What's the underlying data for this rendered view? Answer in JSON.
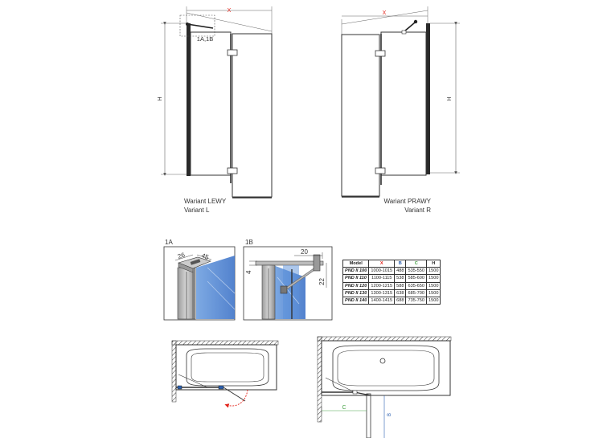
{
  "labels": {
    "dim_x": "X",
    "dim_h": "H",
    "detail_ref": "1A,1B",
    "variant_left_pl": "Wariant LEWY",
    "variant_left_en": "Variant L",
    "variant_right_pl": "Wariant PRAWY",
    "variant_right_en": "Variant R",
    "detail_1a": "1A",
    "detail_1b": "1B",
    "dim_26": "26",
    "dim_45": "45",
    "dim_20": "20",
    "dim_4": "4",
    "dim_22": "22",
    "dim_c": "C",
    "dim_b": "B"
  },
  "table": {
    "headers": [
      "Model",
      "X",
      "B",
      "C",
      "H"
    ],
    "rows": [
      [
        "PND II 100",
        "1000-1015",
        "488",
        "535-550",
        "1500"
      ],
      [
        "PND II 110",
        "1100-1115",
        "538",
        "585-600",
        "1500"
      ],
      [
        "PND II 120",
        "1200-1215",
        "588",
        "635-650",
        "1500"
      ],
      [
        "PND II 130",
        "1300-1315",
        "638",
        "685-700",
        "1500"
      ],
      [
        "PND II 140",
        "1400-1415",
        "688",
        "735-750",
        "1500"
      ]
    ]
  },
  "colors": {
    "x_dim": "#e2231a",
    "b_dim": "#2a5fb0",
    "c_dim": "#4aa54a",
    "glass": "#4a86d8",
    "arrow": "#e2231a"
  }
}
